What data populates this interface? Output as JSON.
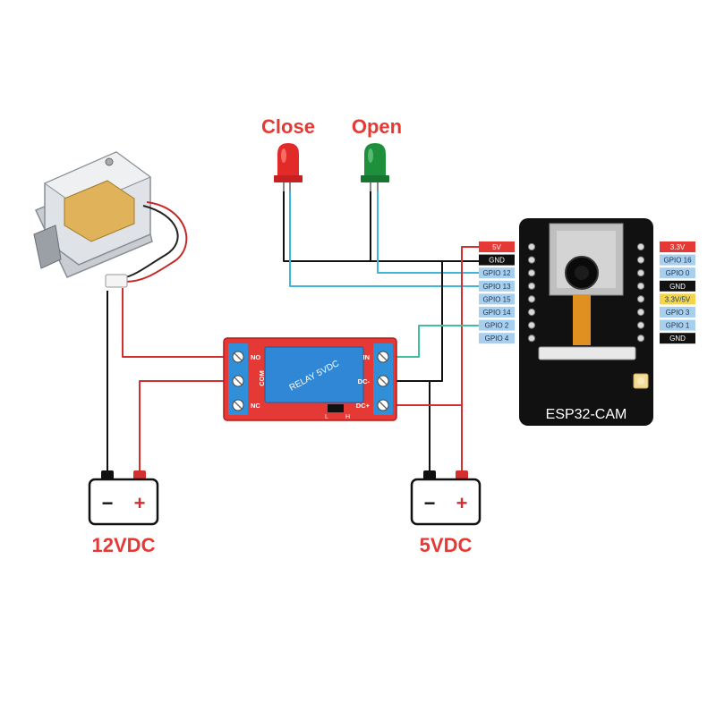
{
  "leds": {
    "close": {
      "label": "Close",
      "color": "#e22a28"
    },
    "open": {
      "label": "Open",
      "color": "#1e8f3a"
    }
  },
  "relay": {
    "model": "RELAY 5VDC",
    "left_pins": [
      "NO",
      "COM",
      "NC"
    ],
    "right_pins": [
      "IN",
      "DC-",
      "DC+"
    ],
    "jumper_low": "L",
    "jumper_high": "H",
    "color": "#e53935"
  },
  "esp32": {
    "name": "ESP32-CAM",
    "left_pins": [
      {
        "label": "5V",
        "kind": "power"
      },
      {
        "label": "GND",
        "kind": "ground"
      },
      {
        "label": "GPIO 12",
        "kind": "gpio"
      },
      {
        "label": "GPIO 13",
        "kind": "gpio"
      },
      {
        "label": "GPIO 15",
        "kind": "gpio"
      },
      {
        "label": "GPIO 14",
        "kind": "gpio"
      },
      {
        "label": "GPIO 2",
        "kind": "gpio"
      },
      {
        "label": "GPIO 4",
        "kind": "gpio"
      }
    ],
    "right_pins": [
      {
        "label": "3.3V",
        "kind": "power"
      },
      {
        "label": "GPIO 16",
        "kind": "gpio"
      },
      {
        "label": "GPIO 0",
        "kind": "gpio"
      },
      {
        "label": "GND",
        "kind": "ground"
      },
      {
        "label": "3.3V/5V",
        "kind": "selectable"
      },
      {
        "label": "GPIO 3",
        "kind": "gpio"
      },
      {
        "label": "GPIO 1",
        "kind": "gpio"
      },
      {
        "label": "GND",
        "kind": "ground"
      }
    ]
  },
  "batteries": {
    "left": {
      "label": "12VDC",
      "minus": "−",
      "plus": "+"
    },
    "right": {
      "label": "5VDC",
      "minus": "−",
      "plus": "+"
    }
  },
  "colors": {
    "wire_red": "#d32f2f",
    "wire_black": "#111111",
    "wire_cyan": "#3fb6d8",
    "wire_teal": "#3fbfa0",
    "label_red": "#e53935",
    "pin_power": "#e53935",
    "pin_ground": "#111111",
    "pin_gpio": "#a9cfee",
    "pin_selectable": "#f5d547"
  }
}
